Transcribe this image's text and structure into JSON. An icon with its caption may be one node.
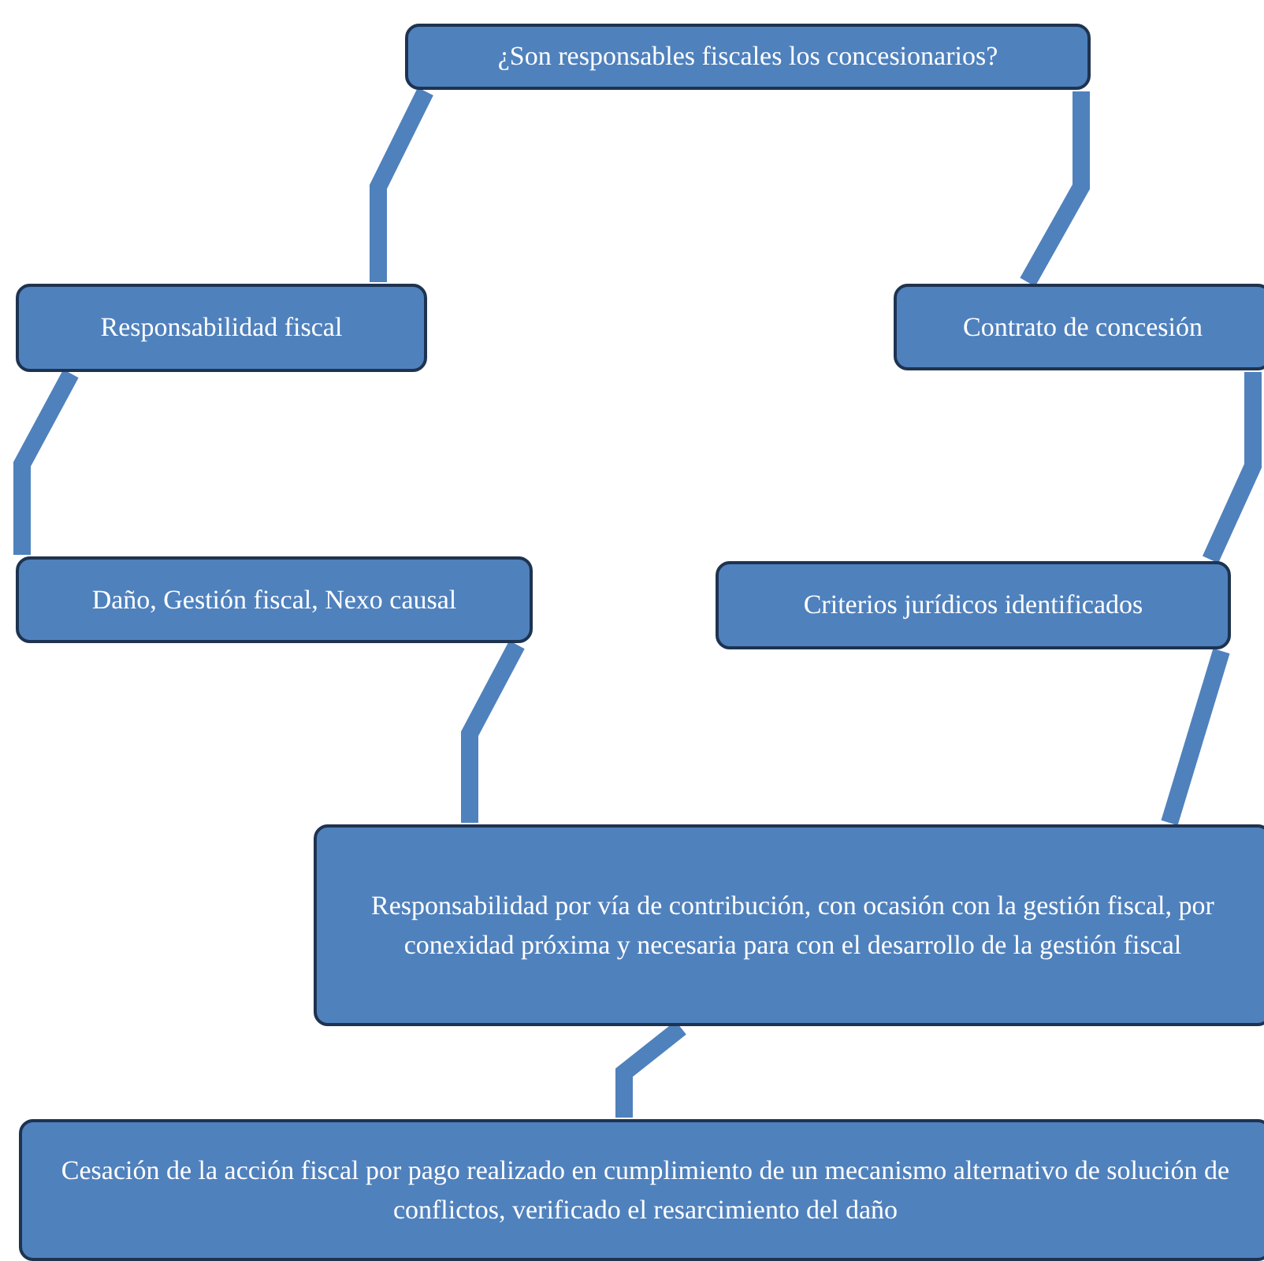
{
  "diagram": {
    "nodes": [
      {
        "text": [
          "¿Son responsables fiscales los concesionarios?"
        ]
      },
      {
        "text": [
          "Responsabilidad fiscal"
        ]
      },
      {
        "text": [
          "Contrato de concesión"
        ]
      },
      {
        "text": [
          "Daño, Gestión fiscal, Nexo causal"
        ]
      },
      {
        "text": [
          "Criterios jurídicos identificados"
        ]
      },
      {
        "text": [
          "Responsabilidad por vía de contribución, con ocasión con la gestión fiscal, por conexidad próxima y necesaria para con el desarrollo de la gestión fiscal"
        ]
      },
      {
        "text": [
          "Cesación de la acción fiscal por pago realizado en cumplimiento de un mecanismo alternativo de solución de conflictos, verificado el resarcimiento del daño"
        ]
      }
    ],
    "edges": [
      {
        "from": 0,
        "to": 1,
        "arrow": "none"
      },
      {
        "from": 0,
        "to": 2,
        "arrow": "none"
      },
      {
        "from": 1,
        "to": 3,
        "arrow": "none"
      },
      {
        "from": 2,
        "to": 4,
        "arrow": "none"
      },
      {
        "from": 3,
        "to": 5,
        "arrow": "none"
      },
      {
        "from": 4,
        "to": 5,
        "arrow": "none"
      },
      {
        "from": 5,
        "to": 6,
        "arrow": "none"
      }
    ]
  }
}
